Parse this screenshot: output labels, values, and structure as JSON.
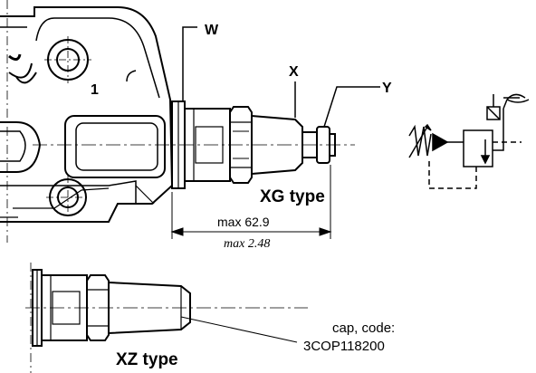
{
  "callouts": {
    "w": "W",
    "x": "X",
    "y": "Y",
    "body_mark": "1"
  },
  "xg": {
    "title": "XG type",
    "dim_mm": "max 62.9",
    "dim_in": "max 2.48"
  },
  "xz": {
    "title": "XZ type",
    "cap_line1": "cap, code:",
    "cap_line2": "3COP118200"
  }
}
